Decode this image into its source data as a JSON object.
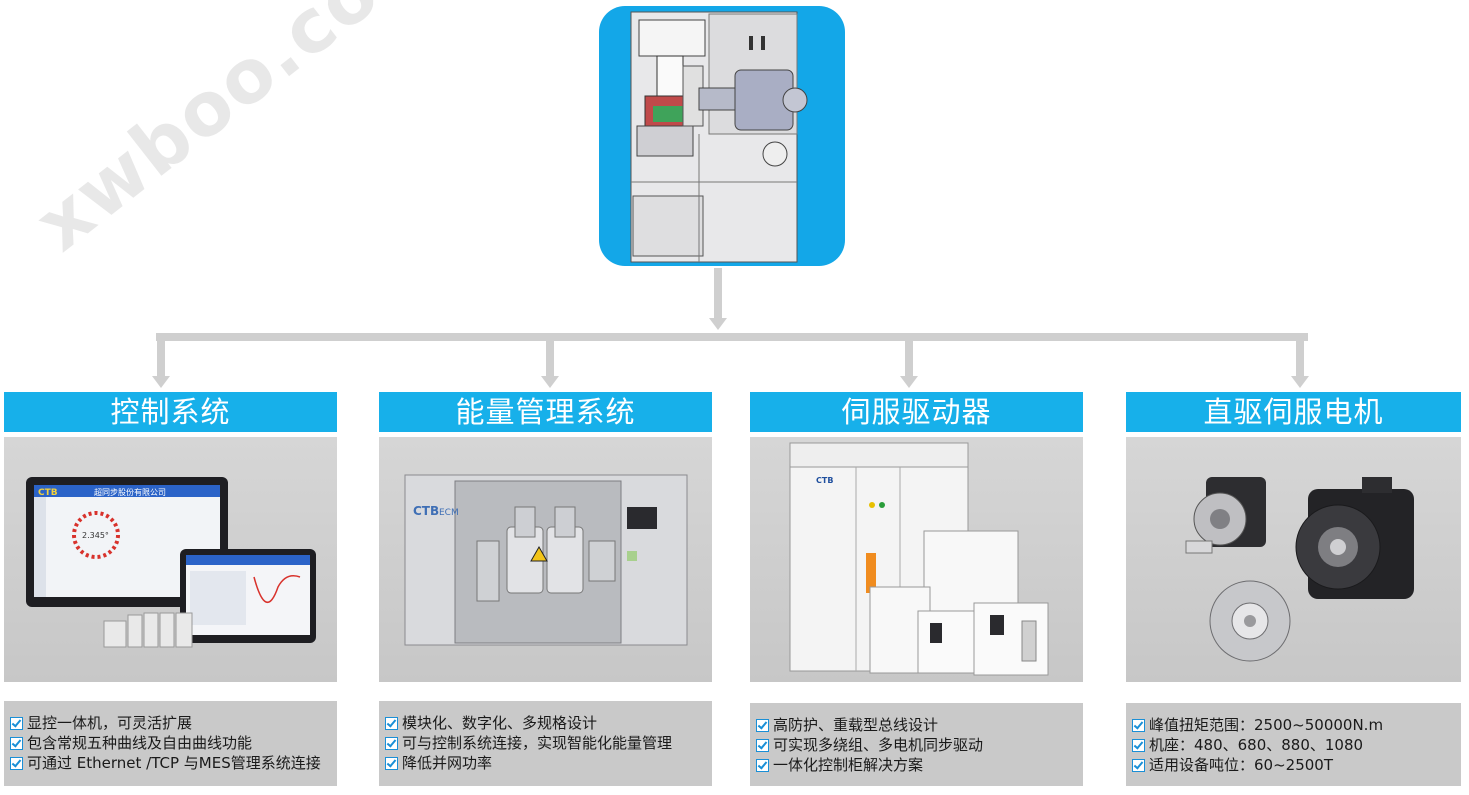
{
  "watermark": "xwboo.com",
  "columns": [
    {
      "title": "控制系统",
      "features": [
        "显控一体机，可灵活扩展",
        "包含常规五种曲线及自由曲线功能",
        "可通过 Ethernet /TCP 与MES管理系统连接"
      ],
      "image_texts": {
        "brand": "CTB",
        "company": "超同步股份有限公司",
        "readout": "2.345°"
      }
    },
    {
      "title": "能量管理系统",
      "features": [
        "模块化、数字化、多规格设计",
        "可与控制系统连接，实现智能化能量管理",
        "降低并网功率"
      ],
      "image_texts": {
        "brand": "CTB",
        "model": "ECM"
      }
    },
    {
      "title": "伺服驱动器",
      "features": [
        "高防护、重载型总线设计",
        "可实现多绕组、多电机同步驱动",
        "一体化控制柜解决方案"
      ],
      "image_texts": {
        "brand": "CTB"
      }
    },
    {
      "title": "直驱伺服电机",
      "features": [
        "峰值扭矩范围：2500~50000N.m",
        "机座：480、680、880、1080",
        "适用设备吨位：60~2500T"
      ],
      "image_texts": {}
    }
  ],
  "colors": {
    "header_bg": "#17b0ea",
    "top_bg": "#13a7e8",
    "feature_bg": "#c9c9c9",
    "connector": "#cfcfcf",
    "check": "#1a8fd6"
  }
}
